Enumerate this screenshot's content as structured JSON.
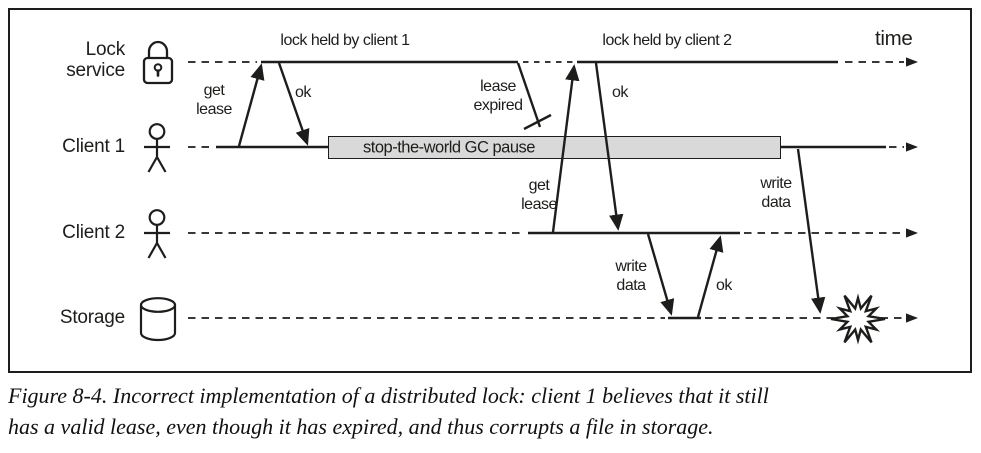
{
  "figure": {
    "time_axis_label": "time",
    "lanes": [
      {
        "id": "lock-service",
        "label_lines": [
          "Lock",
          "service"
        ],
        "icon": "padlock-icon"
      },
      {
        "id": "client-1",
        "label_lines": [
          "Client 1"
        ],
        "icon": "person-icon"
      },
      {
        "id": "client-2",
        "label_lines": [
          "Client 2"
        ],
        "icon": "person-icon"
      },
      {
        "id": "storage",
        "label_lines": [
          "Storage"
        ],
        "icon": "database-cylinder-icon"
      }
    ],
    "lock_periods": [
      "lock held by client 1",
      "lock held by client 2"
    ],
    "messages": {
      "client1_get_lease": [
        "get",
        "lease"
      ],
      "client1_ok": "ok",
      "lease_expired": [
        "lease",
        "expired"
      ],
      "gc_pause": "stop-the-world GC pause",
      "client2_get_lease": [
        "get",
        "lease"
      ],
      "client2_ok": "ok",
      "client2_write_data": [
        "write",
        "data"
      ],
      "storage_ok": "ok",
      "client1_write_data": [
        "write",
        "data"
      ],
      "crash_icon": "explosion-burst-icon"
    },
    "colors": {
      "ink": "#1d1d1b",
      "gc_box_fill": "#d9d9d9",
      "background": "#ffffff"
    }
  },
  "caption": {
    "lines": [
      "Figure 8-4. Incorrect implementation of a distributed lock: client 1 believes that it still",
      "has a valid lease, even though it has expired, and thus corrupts a file in storage."
    ]
  }
}
